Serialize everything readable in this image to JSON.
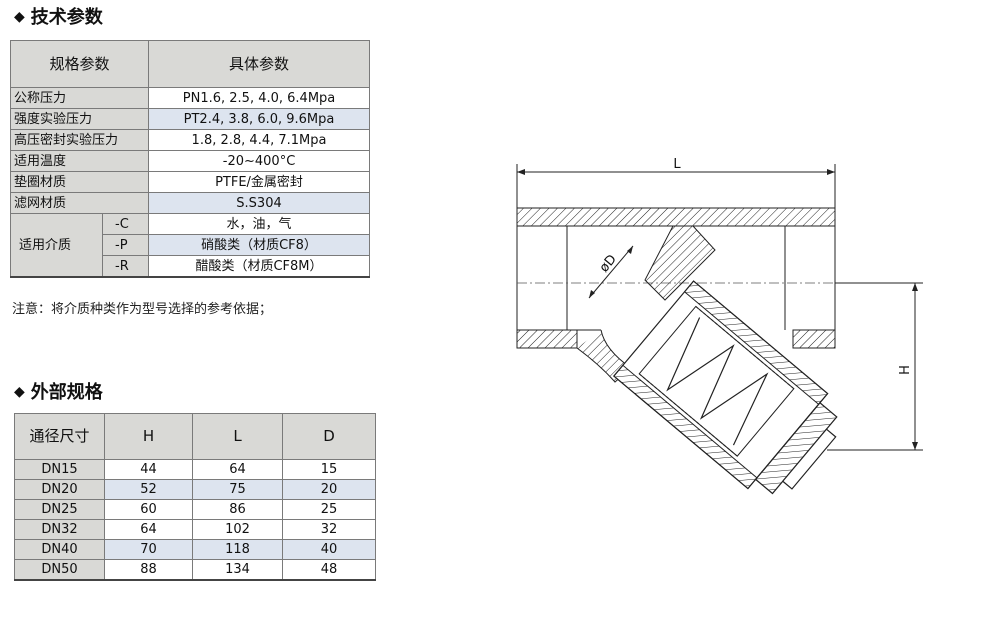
{
  "tech_section": {
    "title": "技术参数",
    "bullet": "◆",
    "header": {
      "col1": "规格参数",
      "col2": "具体参数"
    },
    "rows": [
      {
        "label": "公称压力",
        "value": "PN1.6, 2.5, 4.0, 6.4Mpa"
      },
      {
        "label": "强度实验压力",
        "value": "PT2.4, 3.8, 6.0, 9.6Mpa"
      },
      {
        "label": "高压密封实验压力",
        "value": "1.8, 2.8, 4.4, 7.1Mpa"
      },
      {
        "label": "适用温度",
        "value": "-20~400°C"
      },
      {
        "label": "垫圈材质",
        "value": "PTFE/金属密封"
      },
      {
        "label": "滤网材质",
        "value": "S.S304"
      }
    ],
    "media": {
      "label": "适用介质",
      "items": [
        {
          "code": "-C",
          "value": "水，油，气"
        },
        {
          "code": "-P",
          "value": "硝酸类（材质CF8）"
        },
        {
          "code": "-R",
          "value": "醋酸类（材质CF8M）"
        }
      ]
    },
    "note": "注意：将介质种类作为型号选择的参考依据；"
  },
  "ext_section": {
    "title": "外部规格",
    "bullet": "◆",
    "headers": [
      "通径尺寸",
      "H",
      "L",
      "D"
    ],
    "rows": [
      [
        "DN15",
        "44",
        "64",
        "15"
      ],
      [
        "DN20",
        "52",
        "75",
        "20"
      ],
      [
        "DN25",
        "60",
        "86",
        "25"
      ],
      [
        "DN32",
        "64",
        "102",
        "32"
      ],
      [
        "DN40",
        "70",
        "118",
        "40"
      ],
      [
        "DN50",
        "88",
        "134",
        "48"
      ]
    ]
  },
  "drawing": {
    "dim_L": "L",
    "dim_H": "H",
    "dim_D": "øD"
  }
}
